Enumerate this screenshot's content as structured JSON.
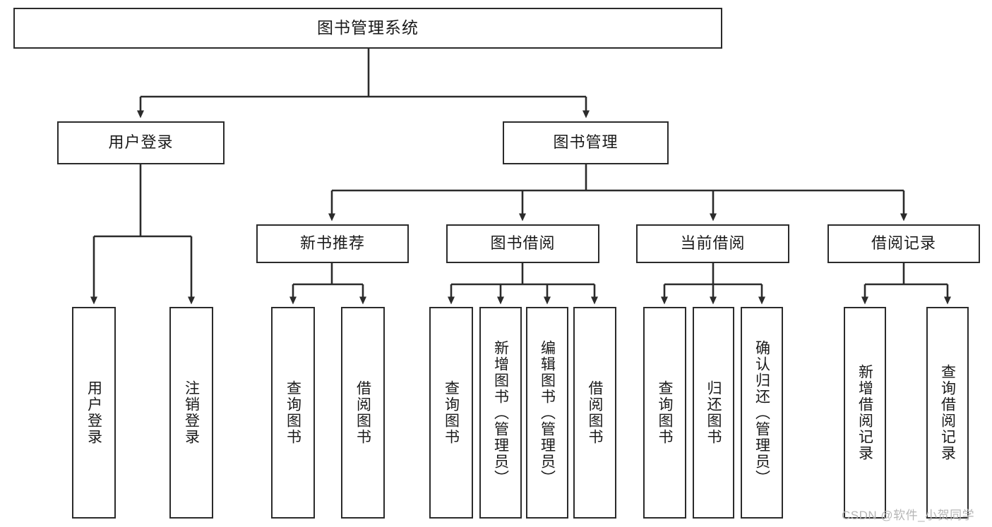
{
  "diagram": {
    "type": "tree-hierarchy-chart",
    "title": "图书管理系统",
    "watermark": "CSDN @软件_小贺同学",
    "stroke_color": "#2b2b2b",
    "background_color": "#ffffff",
    "text_color": "#1a1a1a",
    "nodes": {
      "root": {
        "label": "图书管理系统"
      },
      "level1": [
        {
          "id": "user-login",
          "label": "用户登录"
        },
        {
          "id": "book-management",
          "label": "图书管理"
        }
      ],
      "level2": [
        {
          "id": "new-book-recommend",
          "label": "新书推荐"
        },
        {
          "id": "book-borrow",
          "label": "图书借阅"
        },
        {
          "id": "current-borrow",
          "label": "当前借阅"
        },
        {
          "id": "borrow-record",
          "label": "借阅记录"
        }
      ],
      "leaves": {
        "user-login": [
          {
            "id": "leaf-user-login",
            "label": "用户登录"
          },
          {
            "id": "leaf-logout-login",
            "label": "注销登录"
          }
        ],
        "new-book-recommend": [
          {
            "id": "leaf-query-book-1",
            "label": "查询图书"
          },
          {
            "id": "leaf-borrow-book-1",
            "label": "借阅图书"
          }
        ],
        "book-borrow": [
          {
            "id": "leaf-query-book-2",
            "label": "查询图书"
          },
          {
            "id": "leaf-add-book-admin",
            "label": "新增图书（管理员）"
          },
          {
            "id": "leaf-edit-book-admin",
            "label": "编辑图书（管理员）"
          },
          {
            "id": "leaf-borrow-book-2",
            "label": "借阅图书"
          }
        ],
        "current-borrow": [
          {
            "id": "leaf-query-book-3",
            "label": "查询图书"
          },
          {
            "id": "leaf-return-book",
            "label": "归还图书"
          },
          {
            "id": "leaf-confirm-return-admin",
            "label": "确认归还（管理员）"
          }
        ],
        "borrow-record": [
          {
            "id": "leaf-add-borrow-record",
            "label": "新增借阅记录"
          },
          {
            "id": "leaf-query-borrow-record",
            "label": "查询借阅记录"
          }
        ]
      }
    }
  }
}
